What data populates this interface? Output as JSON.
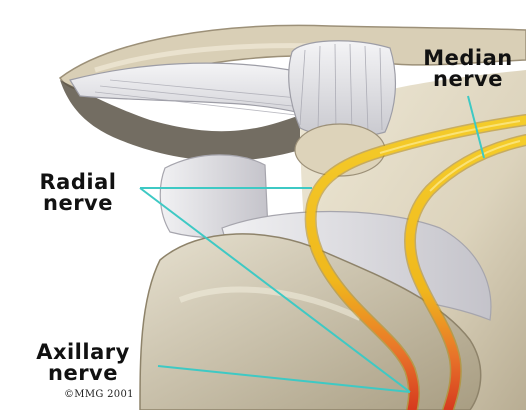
{
  "labels": {
    "median_line1": "Median",
    "median_line2": "nerve",
    "radial_line1": "Radial",
    "radial_line2": "nerve",
    "axillary_line1": "Axillary",
    "axillary_line2": "nerve"
  },
  "copyright": "©MMG 2001",
  "colors": {
    "leader_line": "#3ec9c4",
    "nerve_yellow": "#f2c21a",
    "nerve_orange": "#e8742a",
    "nerve_red": "#d63a1e",
    "bone": "#e4ddca",
    "bone_shadow": "#b9ad92",
    "glenoid": "#d9d8dc"
  }
}
